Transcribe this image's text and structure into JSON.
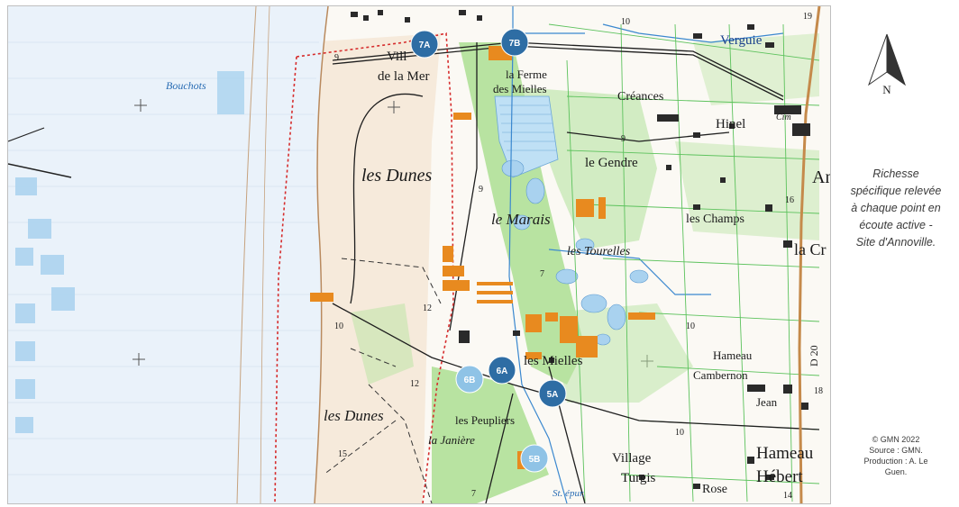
{
  "caption": {
    "line1": "Richesse",
    "line2": "spécifique relevée",
    "line3": "à chaque point en",
    "line4": "écoute active -",
    "line5": "Site d'Annoville."
  },
  "credits": {
    "line1": "© GMN 2022",
    "line2": "Source : GMN.",
    "line3": "Production : A. Le",
    "line4": "Guen."
  },
  "north_label": "N",
  "points": [
    {
      "id": "7A",
      "color": "#2e6da4"
    },
    {
      "id": "7B",
      "color": "#2e6da4"
    },
    {
      "id": "6A",
      "color": "#2e6da4"
    },
    {
      "id": "6B",
      "color": "#8fc3e6"
    },
    {
      "id": "5A",
      "color": "#2e6da4"
    },
    {
      "id": "5B",
      "color": "#8fc3e6"
    }
  ],
  "place_labels": {
    "village_mer_1": "Vill",
    "village_mer_2": "de la Mer",
    "ferme_1": "la Ferme",
    "ferme_2": "des Mielles",
    "creances": "Créances",
    "hinel": "Hinel",
    "verguie": "Verguie",
    "bouchots": "Bouchots",
    "dunes_top": "les Dunes",
    "dunes_bottom": "les Dunes",
    "marais": "le Marais",
    "gendre": "le Gendre",
    "champs": "les Champs",
    "tourelles": "les Tourelles",
    "mielles": "les Mielles",
    "peupliers": "les Peupliers",
    "janiere": "la Janière",
    "hameau_cambernon_1": "Hameau",
    "hameau_cambernon_2": "Cambernon",
    "jean": "Jean",
    "hameau_hebert_1": "Hameau",
    "hameau_hebert_2": "Hébert",
    "village_turgis_1": "Village",
    "village_turgis_2": "Turgis",
    "rose": "Rose",
    "st_epur": "St. épur.",
    "cim": "Cim",
    "la_cr": "la Cr",
    "an": "An",
    "d20": "D 20",
    "n9a": "9",
    "n9b": "9",
    "n9c": "9",
    "n10a": "10",
    "n10b": "10",
    "n10c": "10",
    "n10d": "10",
    "n12a": "12",
    "n12b": "12",
    "n7a": "7",
    "n7b": "7",
    "n15": "15",
    "n16": "16",
    "n18": "18",
    "n14": "14",
    "n19": "19"
  }
}
